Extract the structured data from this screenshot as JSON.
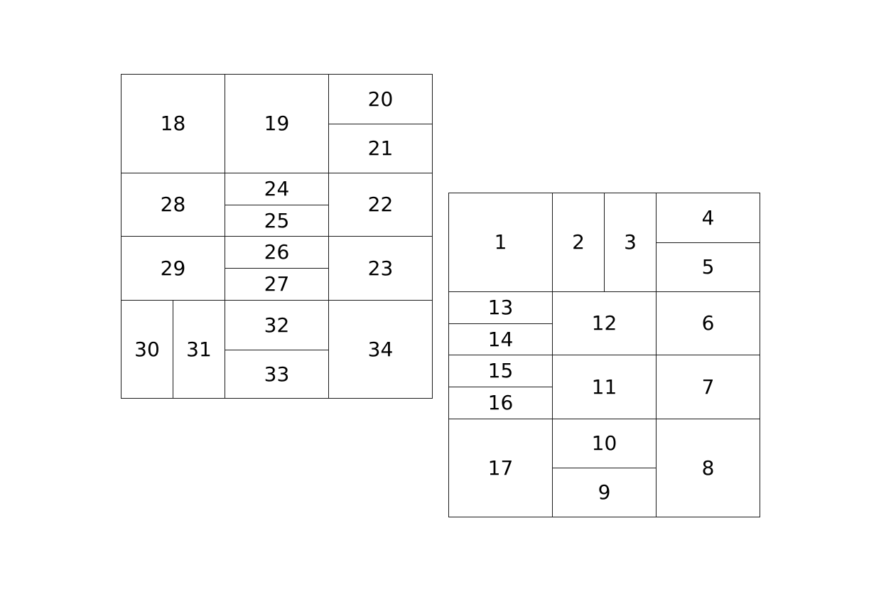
{
  "left_plan": {
    "cells": [
      "18",
      "19",
      "20",
      "21",
      "28",
      "24",
      "25",
      "22",
      "29",
      "26",
      "27",
      "23",
      "30",
      "31",
      "32",
      "33",
      "34"
    ]
  },
  "right_plan": {
    "cells": [
      "1",
      "2",
      "3",
      "4",
      "5",
      "13",
      "14",
      "12",
      "6",
      "15",
      "16",
      "11",
      "7",
      "17",
      "10",
      "9",
      "8"
    ]
  },
  "colors": {
    "line": "#1a1a1a",
    "text": "#000000",
    "background": "#ffffff"
  }
}
